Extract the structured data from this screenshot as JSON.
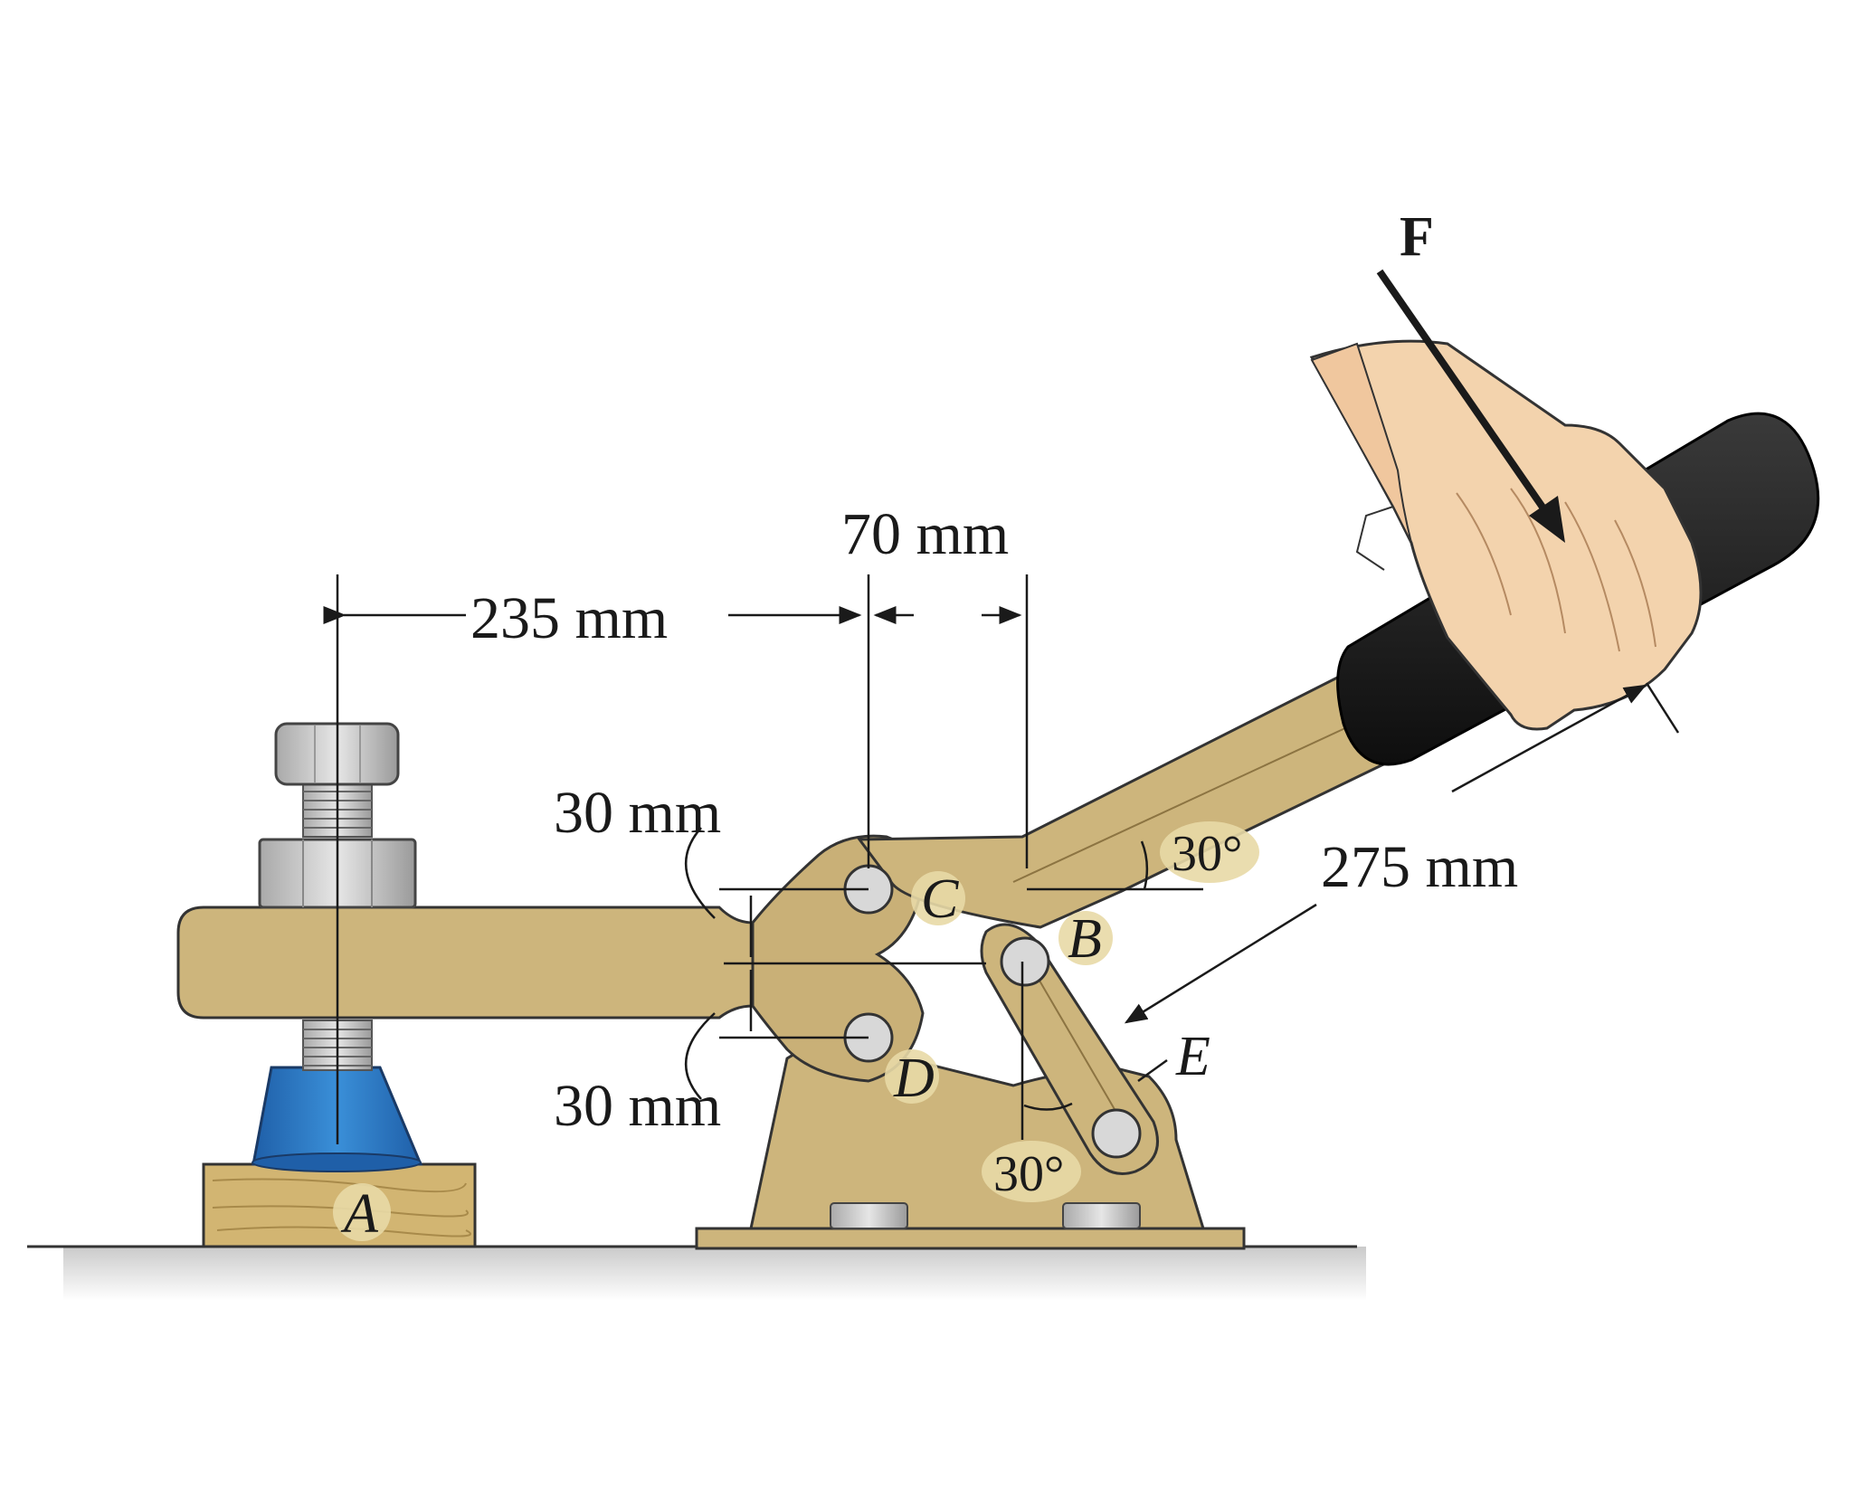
{
  "labels": {
    "force": "F",
    "A": "A",
    "B": "B",
    "C": "C",
    "D": "D",
    "E": "E"
  },
  "dimensions": {
    "d235": "235 mm",
    "d70": "70 mm",
    "d30_upper": "30 mm",
    "d30_lower": "30 mm",
    "d275": "275 mm",
    "angle_handle": "30°",
    "angle_link": "30°"
  },
  "colors": {
    "brass": "#cdb57c",
    "brass_dark": "#8c7442",
    "wood": "#d2b572",
    "blue": "#2f7fc8",
    "grip": "#1c1c1c",
    "skin": "#f3d3ad",
    "ground_shade": "#cfcfcf"
  }
}
